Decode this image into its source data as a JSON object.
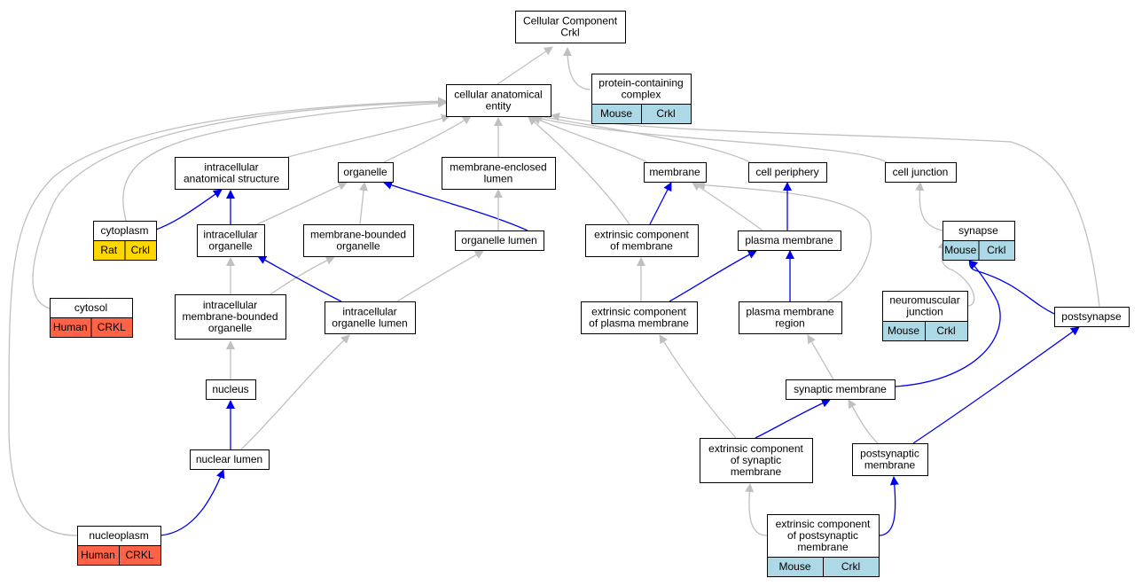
{
  "colors": {
    "grey_edge": "#c0c0c0",
    "blue_edge": "#0000ee",
    "mouse": "#add8e6",
    "rat": "#ffd700",
    "human": "#ff6347"
  },
  "nodes": [
    {
      "id": "root",
      "lines": [
        "Cellular Component",
        "Crkl"
      ]
    },
    {
      "id": "cae",
      "lines": [
        "cellular anatomical",
        "entity"
      ]
    },
    {
      "id": "pcc",
      "lines": [
        "protein-containing",
        "complex"
      ],
      "tags": [
        {
          "species": "Mouse",
          "gene": "Crkl",
          "kind": "mouse"
        }
      ]
    },
    {
      "id": "ias",
      "lines": [
        "intracellular",
        "anatomical structure"
      ]
    },
    {
      "id": "organelle",
      "lines": [
        "organelle"
      ]
    },
    {
      "id": "mel",
      "lines": [
        "membrane-enclosed",
        "lumen"
      ]
    },
    {
      "id": "membrane",
      "lines": [
        "membrane"
      ]
    },
    {
      "id": "cellperiphery",
      "lines": [
        "cell periphery"
      ]
    },
    {
      "id": "celljunction",
      "lines": [
        "cell junction"
      ]
    },
    {
      "id": "cytoplasm",
      "lines": [
        "cytoplasm"
      ],
      "tags": [
        {
          "species": "Rat",
          "gene": "Crkl",
          "kind": "rat"
        }
      ]
    },
    {
      "id": "intorg",
      "lines": [
        "intracellular",
        "organelle"
      ]
    },
    {
      "id": "mbo",
      "lines": [
        "membrane-bounded",
        "organelle"
      ]
    },
    {
      "id": "orglumen",
      "lines": [
        "organelle lumen"
      ]
    },
    {
      "id": "ecm",
      "lines": [
        "extrinsic component",
        "of membrane"
      ]
    },
    {
      "id": "plasmamem",
      "lines": [
        "plasma membrane"
      ]
    },
    {
      "id": "synapse",
      "lines": [
        "synapse"
      ],
      "tags": [
        {
          "species": "Mouse",
          "gene": "Crkl",
          "kind": "mouse"
        }
      ]
    },
    {
      "id": "cytosol",
      "lines": [
        "cytosol"
      ],
      "tags": [
        {
          "species": "Human",
          "gene": "CRKL",
          "kind": "human"
        }
      ]
    },
    {
      "id": "imbo",
      "lines": [
        "intracellular",
        "membrane-bounded",
        "organelle"
      ]
    },
    {
      "id": "iol",
      "lines": [
        "intracellular",
        "organelle lumen"
      ]
    },
    {
      "id": "ecpm",
      "lines": [
        "extrinsic component",
        "of plasma membrane"
      ]
    },
    {
      "id": "pmr",
      "lines": [
        "plasma membrane",
        "region"
      ]
    },
    {
      "id": "nmj",
      "lines": [
        "neuromuscular",
        "junction"
      ],
      "tags": [
        {
          "species": "Mouse",
          "gene": "Crkl",
          "kind": "mouse"
        }
      ]
    },
    {
      "id": "postsynapse",
      "lines": [
        "postsynapse"
      ]
    },
    {
      "id": "nucleus",
      "lines": [
        "nucleus"
      ]
    },
    {
      "id": "synmem",
      "lines": [
        "synaptic membrane"
      ]
    },
    {
      "id": "nuclumen",
      "lines": [
        "nuclear lumen"
      ]
    },
    {
      "id": "ecsm",
      "lines": [
        "extrinsic component",
        "of synaptic",
        "membrane"
      ]
    },
    {
      "id": "psm",
      "lines": [
        "postsynaptic",
        "membrane"
      ]
    },
    {
      "id": "nucleoplasm",
      "lines": [
        "nucleoplasm"
      ],
      "tags": [
        {
          "species": "Human",
          "gene": "CRKL",
          "kind": "human"
        }
      ]
    },
    {
      "id": "ecpsm",
      "lines": [
        "extrinsic component",
        "of postsynaptic",
        "membrane"
      ],
      "tags": [
        {
          "species": "Mouse",
          "gene": "Crkl",
          "kind": "mouse"
        }
      ]
    }
  ]
}
